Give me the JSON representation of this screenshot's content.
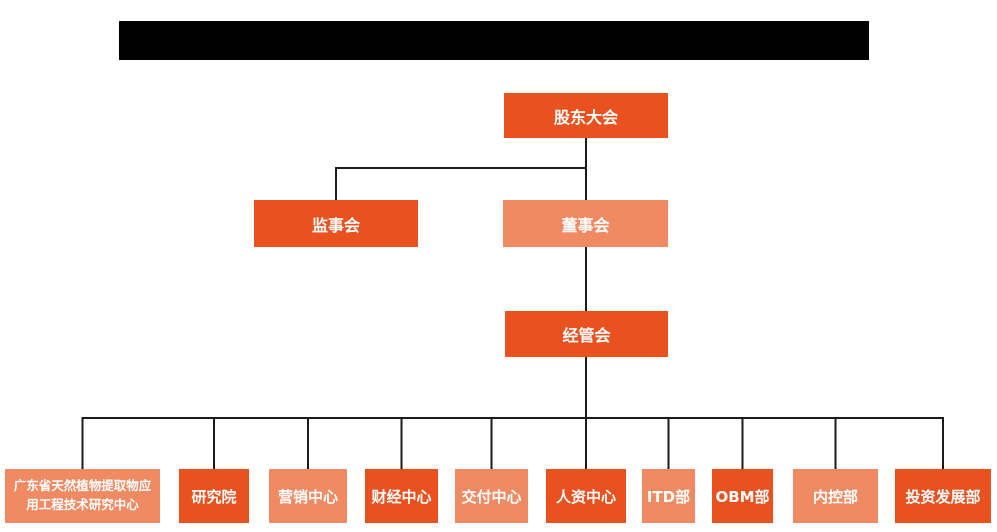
{
  "colors": {
    "dark_orange": "#E9511F",
    "light_orange": "#EF8A63",
    "connector": "#1B1B1B",
    "redaction_bar": "#000000",
    "box_text": "#FFFFFF",
    "background": "#FFFFFF"
  },
  "org_chart": {
    "nodes": {
      "shareholders_meeting": {
        "label": "股东大会",
        "tone": "dark"
      },
      "supervisory_board": {
        "label": "监事会",
        "tone": "dark"
      },
      "board_of_directors": {
        "label": "董事会",
        "tone": "light"
      },
      "management_committee": {
        "label": "经管会",
        "tone": "dark"
      },
      "departments": [
        {
          "label": "广东省天然植物提取物应用工程技术研究中心",
          "tone": "light"
        },
        {
          "label": "研究院",
          "tone": "dark"
        },
        {
          "label": "营销中心",
          "tone": "light"
        },
        {
          "label": "财经中心",
          "tone": "dark"
        },
        {
          "label": "交付中心",
          "tone": "light"
        },
        {
          "label": "人资中心",
          "tone": "dark"
        },
        {
          "label": "ITD部",
          "tone": "light"
        },
        {
          "label": "OBM部",
          "tone": "dark"
        },
        {
          "label": "内控部",
          "tone": "light"
        },
        {
          "label": "投资发展部",
          "tone": "dark"
        }
      ]
    }
  }
}
